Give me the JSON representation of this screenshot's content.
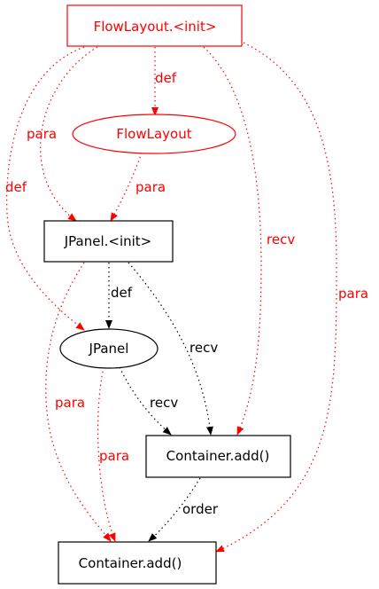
{
  "colors": {
    "highlight": "#ff0000",
    "normal": "#000000",
    "background": "#ffffff"
  },
  "nodes": {
    "flowlayout_init": {
      "label": "FlowLayout.<init>",
      "shape": "box",
      "color": "highlight"
    },
    "flowlayout": {
      "label": "FlowLayout",
      "shape": "ellipse",
      "color": "highlight"
    },
    "jpanel_init": {
      "label": "JPanel.<init>",
      "shape": "box",
      "color": "normal"
    },
    "jpanel": {
      "label": "JPanel",
      "shape": "ellipse",
      "color": "normal"
    },
    "container_add_1": {
      "label": "Container.add()",
      "shape": "box",
      "color": "normal"
    },
    "container_add_2": {
      "label": "Container.add()",
      "shape": "box",
      "color": "normal"
    }
  },
  "edges": {
    "e1": {
      "from": "flowlayout_init",
      "to": "flowlayout",
      "label": "def",
      "color": "highlight"
    },
    "e2": {
      "from": "flowlayout_init",
      "to": "jpanel_init",
      "label": "para",
      "color": "highlight"
    },
    "e3": {
      "from": "flowlayout_init",
      "to": "jpanel",
      "label": "def",
      "color": "highlight"
    },
    "e4": {
      "from": "flowlayout_init",
      "to": "container_add_1",
      "label": "recv",
      "color": "highlight"
    },
    "e5": {
      "from": "flowlayout_init",
      "to": "container_add_2",
      "label": "para",
      "color": "highlight"
    },
    "e6": {
      "from": "flowlayout",
      "to": "jpanel_init",
      "label": "para",
      "color": "highlight"
    },
    "e7": {
      "from": "jpanel_init",
      "to": "jpanel",
      "label": "def",
      "color": "normal"
    },
    "e8": {
      "from": "jpanel_init",
      "to": "container_add_1",
      "label": "recv",
      "color": "normal"
    },
    "e9": {
      "from": "jpanel_init",
      "to": "container_add_2",
      "label": "para",
      "color": "highlight"
    },
    "e10": {
      "from": "jpanel",
      "to": "container_add_1",
      "label": "recv",
      "color": "normal"
    },
    "e11": {
      "from": "jpanel",
      "to": "container_add_2",
      "label": "para",
      "color": "highlight"
    },
    "e12": {
      "from": "container_add_1",
      "to": "container_add_2",
      "label": "order",
      "color": "normal"
    }
  }
}
